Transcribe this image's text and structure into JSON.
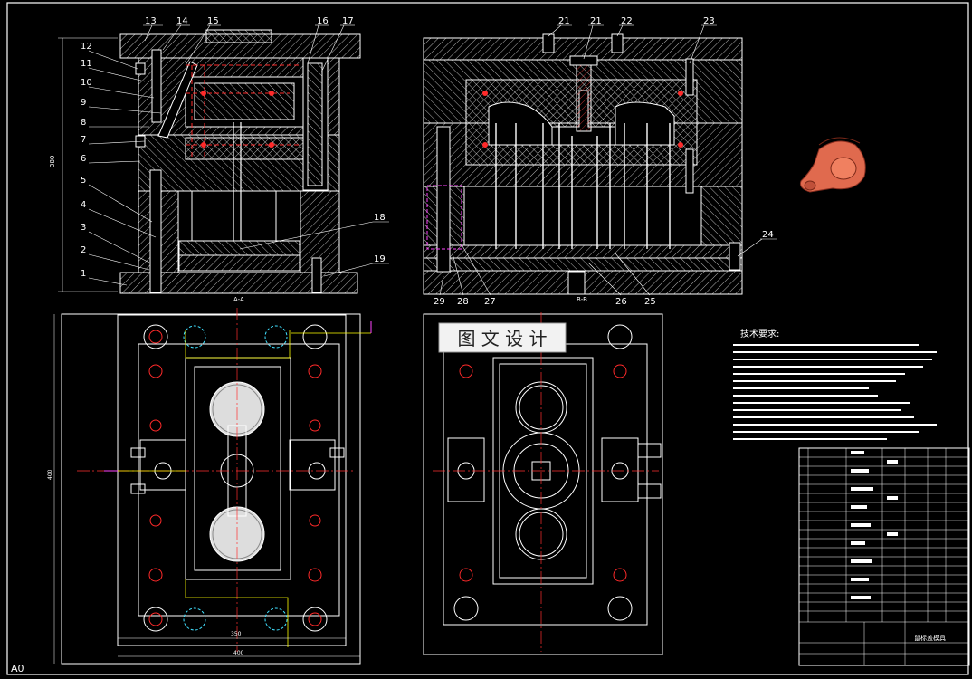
{
  "drawing": {
    "frame_code": "A0",
    "section_a_label": "A-A",
    "section_b_label": "B-B",
    "watermark": "图 文 设 计",
    "tech_title": "技术要求:",
    "tech_lines_count_note": "",
    "title_block_name": "鼠标盖模具"
  },
  "dimensions": {
    "left_height": "380",
    "plan_width_inner": "350",
    "plan_width_outer": "400",
    "plan_height": "400"
  },
  "left_callouts": [
    "12",
    "11",
    "10",
    "9",
    "8",
    "7",
    "6",
    "5",
    "4",
    "3",
    "2",
    "1"
  ],
  "top_callouts_left": [
    "13",
    "14",
    "15",
    "16",
    "17"
  ],
  "top_callouts_right": [
    "21",
    "21",
    "22",
    "23"
  ],
  "right_side_callouts": [
    "18",
    "19",
    "24"
  ],
  "bottom_callouts_right": [
    "29",
    "28",
    "27",
    "26",
    "25"
  ],
  "colors": {
    "background": "#000000",
    "line": "#ffffff",
    "hidden": "#ff2a2a",
    "center": "#ff3030",
    "part_fill": "#e06a4e",
    "yellow": "#ffff00",
    "magenta": "#ff44ff",
    "cyan": "#40e0ff"
  }
}
